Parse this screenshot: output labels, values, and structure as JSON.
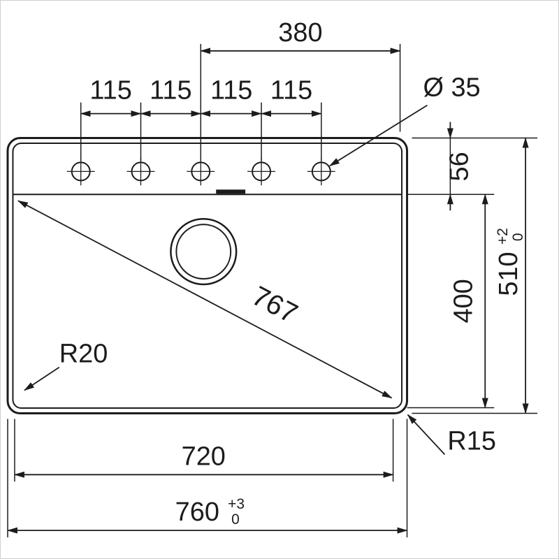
{
  "drawing": {
    "labels": {
      "hole_span": "380",
      "hole_pitch_1": "115",
      "hole_pitch_2": "115",
      "hole_pitch_3": "115",
      "hole_pitch_4": "115",
      "hole_diameter": "Ø 35",
      "rim_to_ledge": "56",
      "bowl_length": "400",
      "overall_length": "510",
      "overall_length_tol_plus": "+2",
      "overall_length_tol_minus": "0",
      "diagonal": "767",
      "inner_radius": "R20",
      "outer_radius": "R15",
      "bowl_width": "720",
      "overall_width": "760",
      "overall_width_tol_plus": "+3",
      "overall_width_tol_minus": "0"
    },
    "line_color": "#1c1c1c"
  }
}
